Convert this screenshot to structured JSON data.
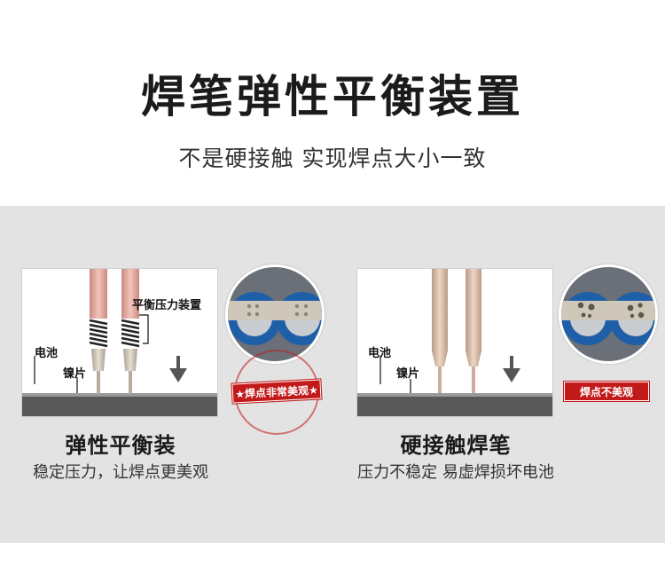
{
  "header": {
    "title": "焊笔弹性平衡装置",
    "subtitle": "不是硬接触 实现焊点大小一致"
  },
  "left": {
    "labels": {
      "balance_device": "平衡压力装置",
      "battery": "电池",
      "nickel_sheet": "镍片"
    },
    "stamp": "★焊点非常美观★",
    "title": "弹性平衡装",
    "desc": "稳定压力，让焊点更美观"
  },
  "right": {
    "labels": {
      "battery": "电池",
      "nickel_sheet": "镍片"
    },
    "stamp": "焊点不美观",
    "title": "硬接触焊笔",
    "desc": "压力不稳定 易虚焊损坏电池"
  },
  "colors": {
    "background_band": "#e3e3e3",
    "stamp_red": "#c21a1a",
    "pen_pink": "#e0aaa0",
    "pen_beige": "#d9b8a3",
    "battery_blue": "#1f5fa8",
    "base_dark": "#555555"
  }
}
